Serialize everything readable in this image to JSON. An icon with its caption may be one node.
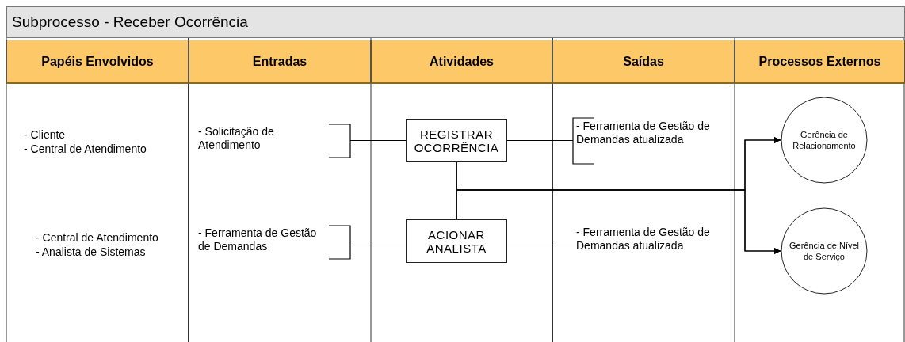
{
  "diagram": {
    "title": "Subprocesso - Receber Ocorrência",
    "nodes": [
      {
        "text": [
          "Papéis Envolvidos"
        ]
      },
      {
        "text": [
          "Entradas"
        ]
      },
      {
        "text": [
          "Atividades"
        ]
      },
      {
        "text": [
          "Saídas"
        ]
      },
      {
        "text": [
          "Processos Externos"
        ]
      },
      {
        "text": [
          "- Solicitação de Atendimento"
        ]
      },
      {
        "text": [
          "REGISTRAR OCORRÊNCIA"
        ]
      },
      {
        "text": [
          "- Ferramenta de Gestão de Demandas atualizada"
        ]
      },
      {
        "text": [
          "- Ferramenta de Gestão de Demandas"
        ]
      },
      {
        "text": [
          "ACIONAR ANALISTA"
        ]
      },
      {
        "text": [
          "- Ferramenta de Gestão de Demandas atualizada"
        ]
      },
      {
        "text": [
          "Gerência de Relacionamento"
        ]
      },
      {
        "text": [
          "Gerência de Nível de Serviço"
        ]
      }
    ],
    "edges": [
      {
        "from": 5,
        "to": 6,
        "arrow": "none"
      },
      {
        "from": 6,
        "to": 7,
        "arrow": "none"
      },
      {
        "from": 8,
        "to": 9,
        "arrow": "none"
      },
      {
        "from": 9,
        "to": 10,
        "arrow": "none"
      },
      {
        "from": 6,
        "to": 9,
        "arrow": "none"
      },
      {
        "from": 6,
        "to": 11,
        "arrow": "to"
      },
      {
        "from": 6,
        "to": 12,
        "arrow": "to"
      },
      {
        "from": 9,
        "to": 11,
        "arrow": "to"
      },
      {
        "from": 9,
        "to": 12,
        "arrow": "to"
      }
    ],
    "labels": [
      "- Cliente",
      "- Central de Atendimento",
      "- Central de Atendimento",
      "- Analista de Sistemas"
    ]
  }
}
